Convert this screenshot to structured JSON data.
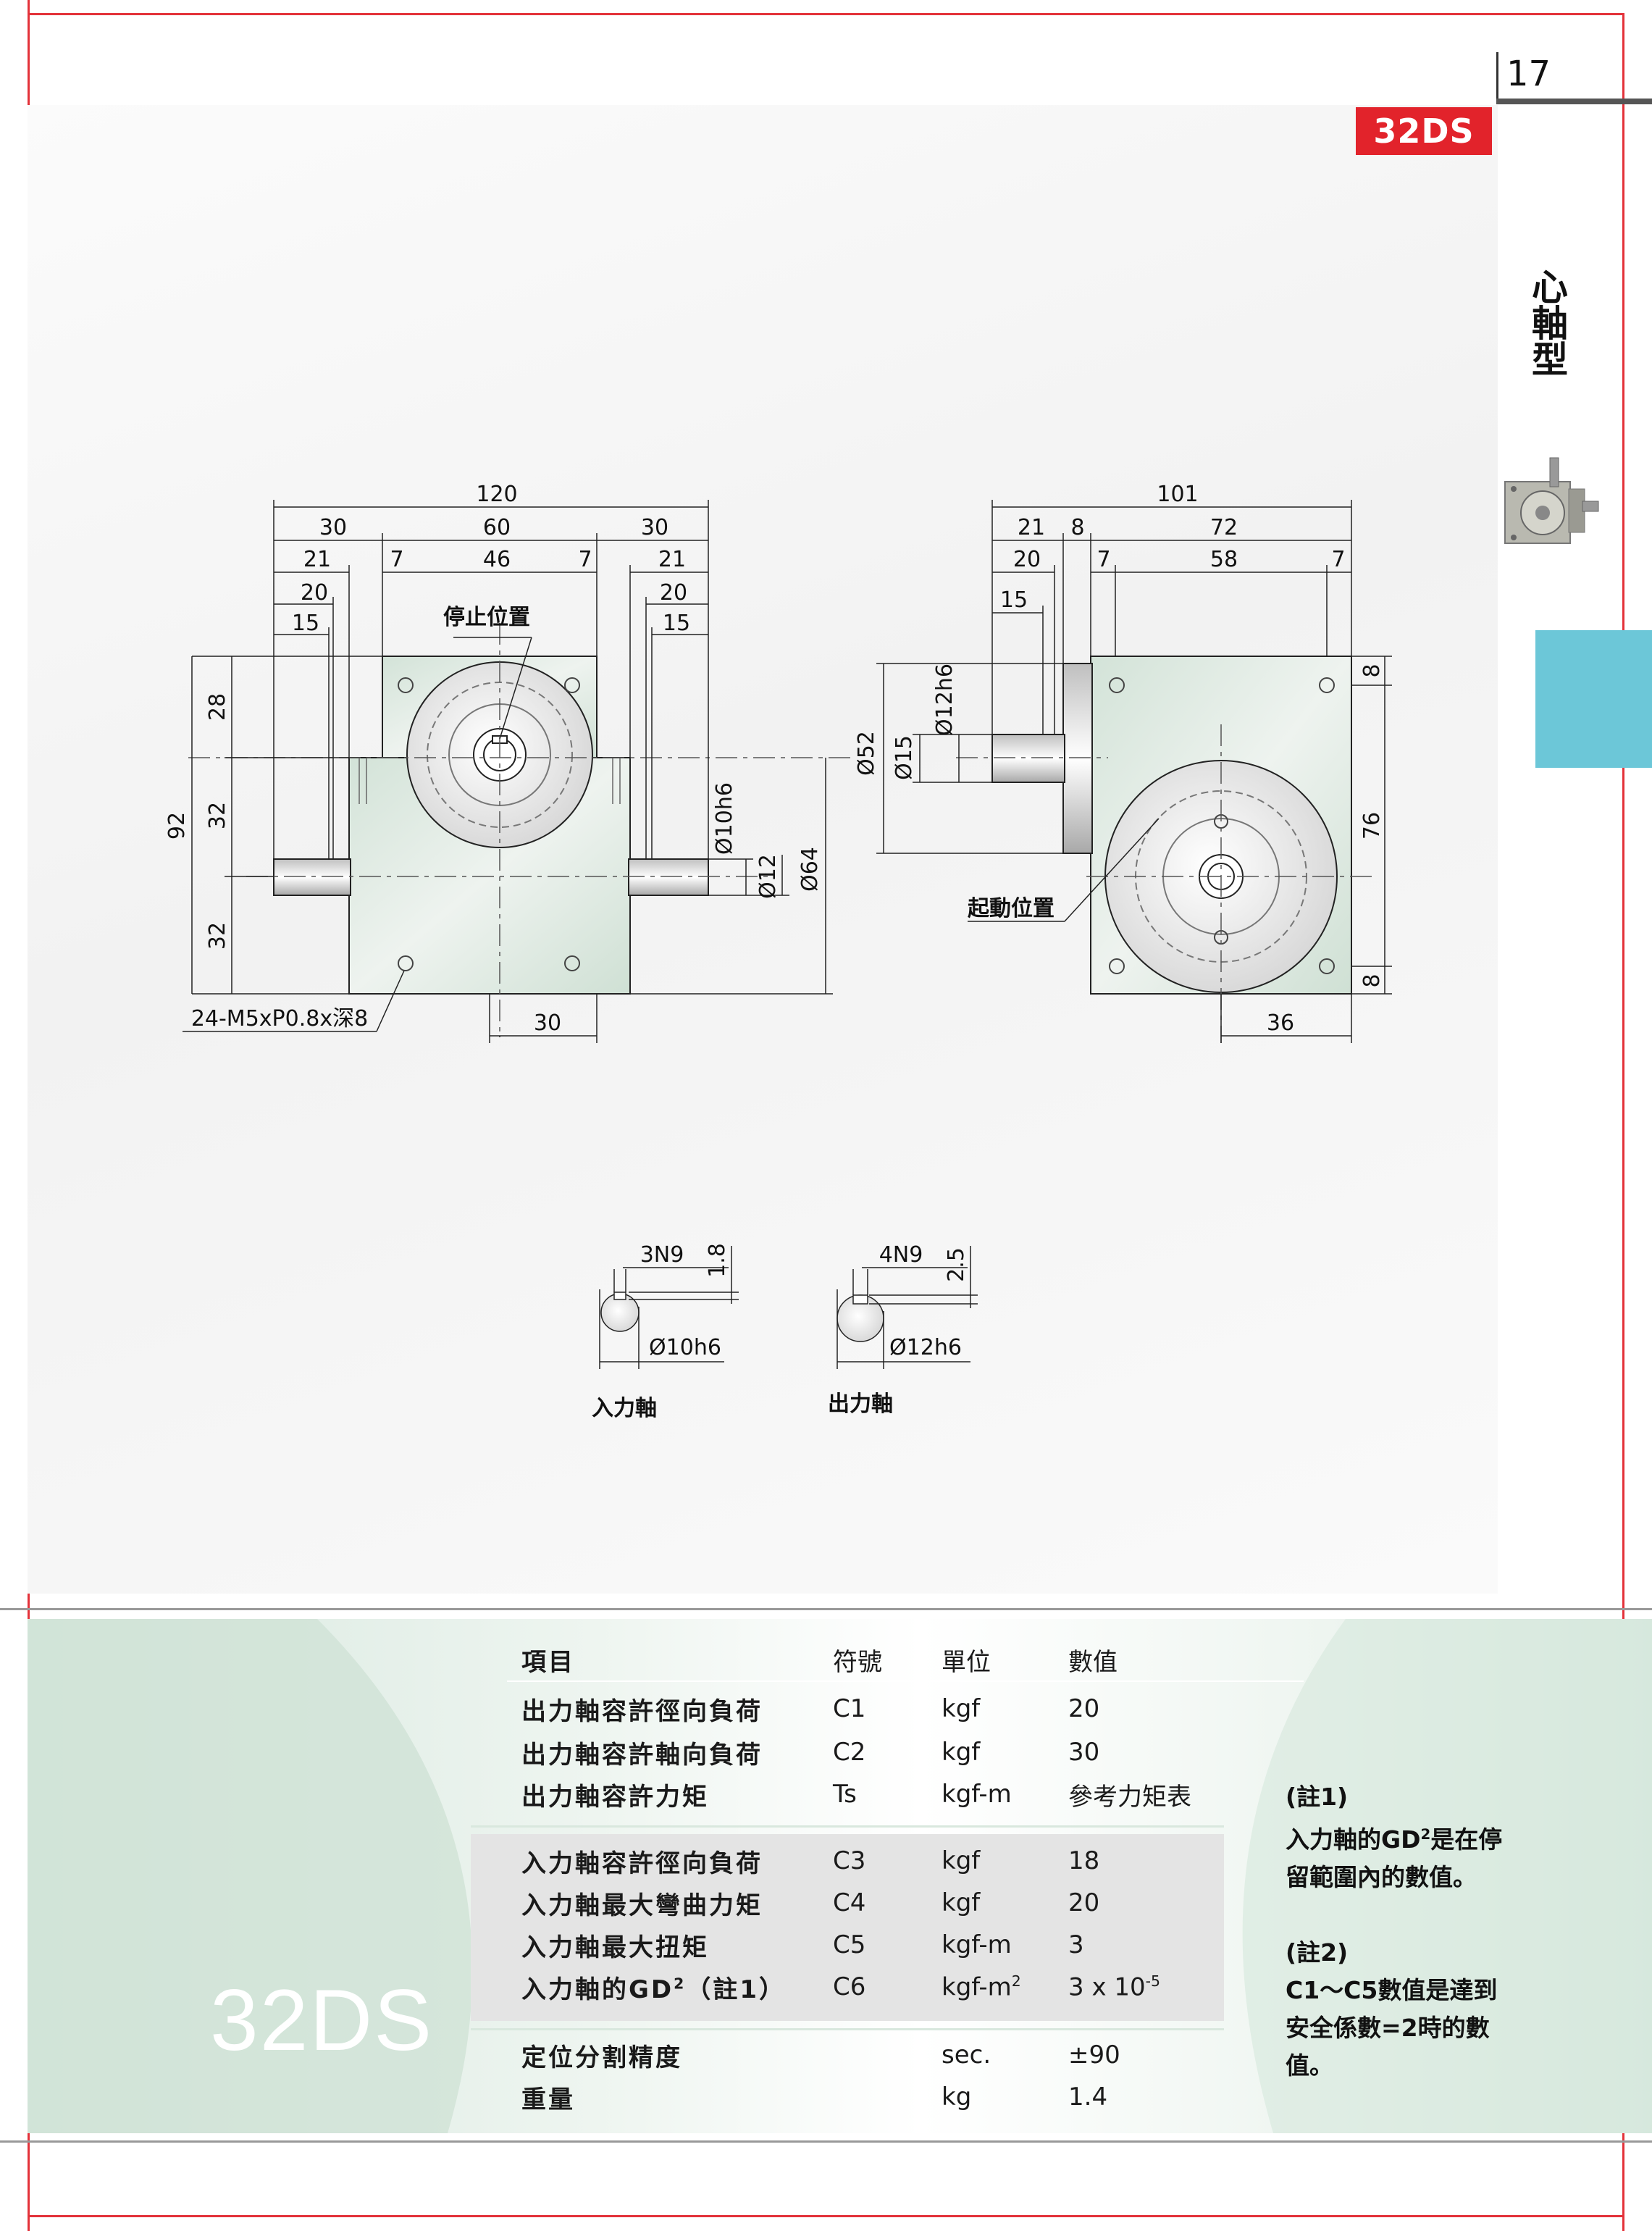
{
  "page": {
    "number": "17",
    "model_tag": "32DS",
    "side_label": "心軸型"
  },
  "drawing": {
    "front_view": {
      "dims_top": [
        "120",
        "30",
        "60",
        "30",
        "21",
        "7",
        "46",
        "7",
        "21",
        "20",
        "20",
        "15",
        "15"
      ],
      "stop_position_label": "停止位置",
      "dims_left": [
        "92",
        "28",
        "32",
        "32"
      ],
      "dims_right": [
        "Ø10h6",
        "Ø12",
        "Ø64"
      ],
      "tap_note": "24-M5xP0.8x深8",
      "dim_bottom": "30"
    },
    "side_view": {
      "dims_top": [
        "101",
        "21",
        "8",
        "72",
        "20",
        "7",
        "58",
        "7",
        "15"
      ],
      "dims_left": [
        "Ø52",
        "Ø15",
        "Ø12h6"
      ],
      "dims_right": [
        "8",
        "76",
        "8"
      ],
      "start_position_label": "起動位置",
      "dim_bottom": "36"
    },
    "keyways": [
      {
        "key": "3N9",
        "depth": "1.8",
        "diameter": "Ø10h6",
        "label": "入力軸"
      },
      {
        "key": "4N9",
        "depth": "2.5",
        "diameter": "Ø12h6",
        "label": "出力軸"
      }
    ]
  },
  "spec_table": {
    "headers": {
      "item": "項目",
      "symbol": "符號",
      "unit": "單位",
      "value": "數值"
    },
    "group1": [
      {
        "item": "出力軸容許徑向負荷",
        "symbol": "C1",
        "unit": "kgf",
        "value": "20"
      },
      {
        "item": "出力軸容許軸向負荷",
        "symbol": "C2",
        "unit": "kgf",
        "value": "30"
      },
      {
        "item": "出力軸容許力矩",
        "symbol": "Ts",
        "unit": "kgf-m",
        "value": "參考力矩表"
      }
    ],
    "group2": [
      {
        "item": "入力軸容許徑向負荷",
        "symbol": "C3",
        "unit": "kgf",
        "value": "18"
      },
      {
        "item": "入力軸最大彎曲力矩",
        "symbol": "C4",
        "unit": "kgf",
        "value": "20"
      },
      {
        "item": "入力軸最大扭矩",
        "symbol": "C5",
        "unit": "kgf-m",
        "value": "3"
      },
      {
        "item_prefix": "入力軸的GD",
        "item_sup": "2",
        "item_suffix": "（註1）",
        "symbol": "C6",
        "unit_base": "kgf-m",
        "unit_sup": "2",
        "value_base": "3 x 10",
        "value_sup": "-5"
      }
    ],
    "group3": [
      {
        "item": "定位分割精度",
        "symbol": "",
        "unit": "sec.",
        "value": "±90"
      },
      {
        "item": "重量",
        "symbol": "",
        "unit": "kg",
        "value": "1.4"
      }
    ]
  },
  "notes": {
    "note1_title": "(註1)",
    "note1_line1_a": "入力軸的GD",
    "note1_line1_sup": "2",
    "note1_line1_b": "是在停",
    "note1_line2": "留範圍內的數值。",
    "note2_title": "(註2)",
    "note2_line1": "C1～C5數值是達到",
    "note2_line2": "安全係數=2時的數",
    "note2_line3": "值。"
  },
  "band_model": "32DS",
  "colors": {
    "accent_red": "#e2232b",
    "tab_blue": "#6cc7d8",
    "band_green": "#d7e8df"
  }
}
